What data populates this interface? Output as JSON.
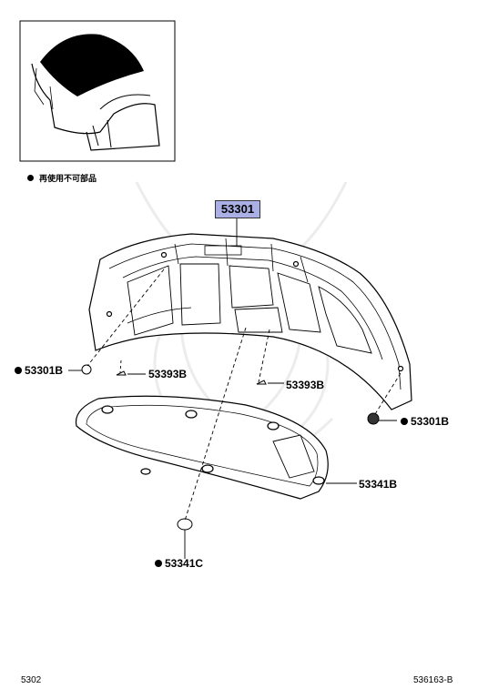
{
  "legend": {
    "text": "再使用不可部品"
  },
  "labels": {
    "main_part": "53301",
    "hinge_bolt_left": "53301B",
    "hinge_bolt_right": "53301B",
    "clip_left": "53393B",
    "clip_right": "53393B",
    "insulator": "53341B",
    "insulator_clip": "53341C"
  },
  "footer": {
    "page": "5302",
    "figure": "536163-B"
  }
}
